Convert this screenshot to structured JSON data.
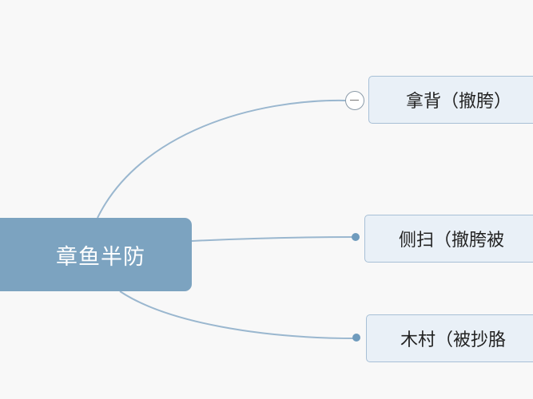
{
  "mindmap": {
    "root": {
      "label": "章鱼半防"
    },
    "children": [
      {
        "label": "拿背（撤胯）",
        "collapsed_toggle": "minus-icon"
      },
      {
        "label": "侧扫（撤胯被",
        "connector": "dot"
      },
      {
        "label": "木村（被抄胳",
        "connector": "dot"
      }
    ]
  },
  "colors": {
    "root_fill": "#7ca3c0",
    "child_fill": "#e9f0f7",
    "child_border": "#a7bfd6",
    "link": "#9ab7cf",
    "background": "#f8f8f8"
  }
}
